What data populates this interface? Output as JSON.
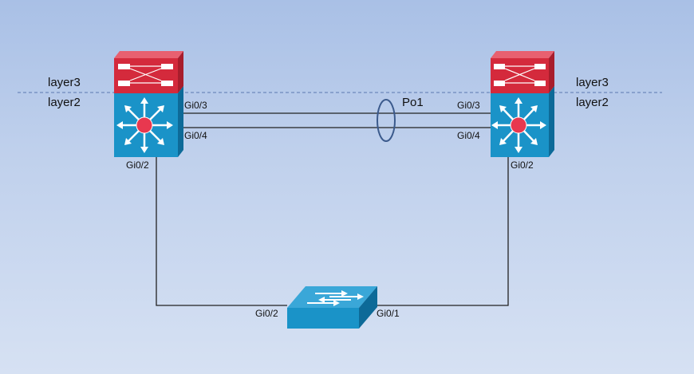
{
  "layers": {
    "left": {
      "layer3": "layer3",
      "layer2": "layer2"
    },
    "right": {
      "layer3": "layer3",
      "layer2": "layer2"
    }
  },
  "port_channel": {
    "label": "Po1"
  },
  "left_switch": {
    "port_top": "Gi0/3",
    "port_bottom": "Gi0/4",
    "port_down": "Gi0/2"
  },
  "right_switch": {
    "port_top": "Gi0/3",
    "port_bottom": "Gi0/4",
    "port_down": "Gi0/2"
  },
  "access_switch": {
    "port_left": "Gi0/2",
    "port_right": "Gi0/1"
  },
  "colors": {
    "router_red": "#d42a3c",
    "switch_blue": "#1a93c8",
    "background_top": "#a9c0e6",
    "link": "#222222"
  }
}
